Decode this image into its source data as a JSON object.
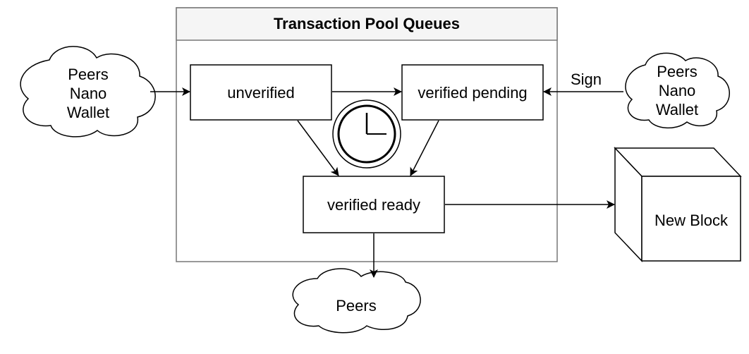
{
  "pool": {
    "title": "Transaction Pool Queues"
  },
  "queues": {
    "unverified": "unverified",
    "verified_pending": "verified pending",
    "verified_ready": "verified ready"
  },
  "sources": {
    "left_cloud": [
      "Peers",
      "Nano",
      "Wallet"
    ],
    "right_cloud": [
      "Peers",
      "Nano",
      "Wallet"
    ]
  },
  "sign_label": "Sign",
  "peers_cloud": "Peers",
  "new_block": "New Block",
  "icons": {
    "timer": "clock-icon"
  }
}
